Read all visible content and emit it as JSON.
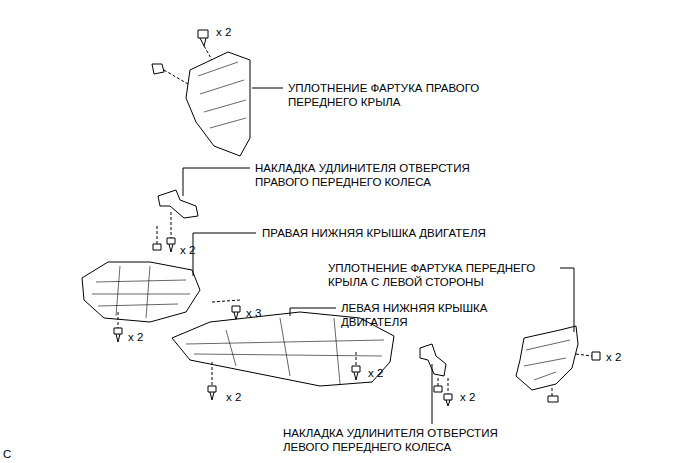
{
  "diagram": {
    "labels": [
      "x 2",
      "УПЛОТНЕНИЕ ФАРТУКА ПРАВОГО ПЕРЕДНЕГО КРЫЛА",
      "НАКЛАДКА УДЛИНИТЕЛЯ ОТВЕРСТИЯ ПРАВОГО ПЕРЕДНЕГО КОЛЕСА",
      "x 2",
      "ПРАВАЯ НИЖНЯЯ КРЫШКА ДВИГАТЕЛЯ",
      "УПЛОТНЕНИЕ ФАРТУКА ПЕРЕДНЕГО КРЫЛА С ЛЕВОЙ СТОРОНЫ",
      "x 3",
      "x 2",
      "ЛЕВАЯ НИЖНЯЯ КРЫШКА ДВИГАТЕЛЯ",
      "x 2",
      "x 2",
      "x 2",
      "x 2",
      "НАКЛАДКА УДЛИНИТЕЛЯ ОТВЕРСТИЯ ЛЕВОГО ПЕРЕДНЕГО КОЛЕСА",
      "C"
    ]
  }
}
